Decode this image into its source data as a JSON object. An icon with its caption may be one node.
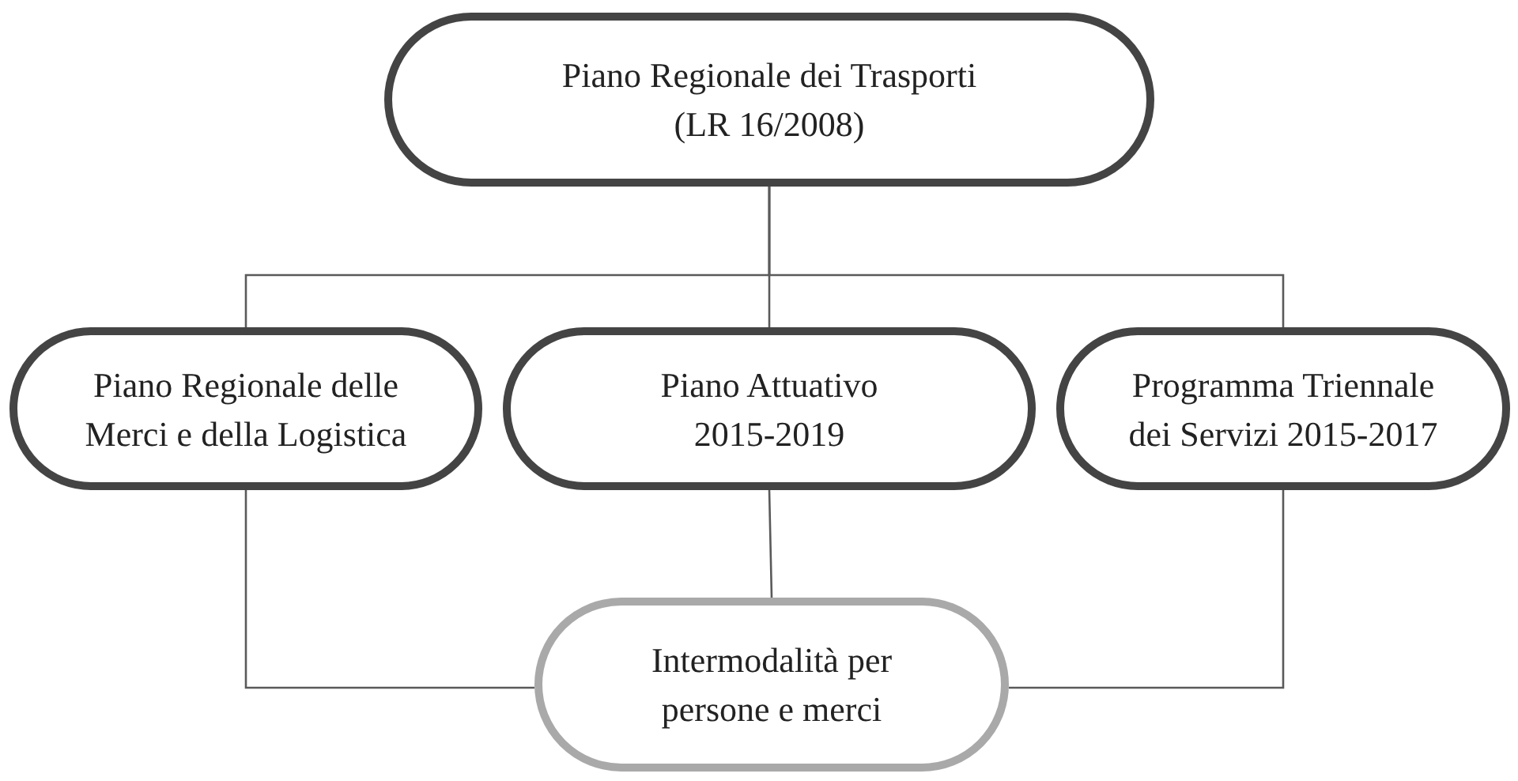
{
  "diagram": {
    "nodes": [
      {
        "text": [
          "Piano Regionale dei Trasporti (LR 16/2008)"
        ]
      },
      {
        "text": [
          "Piano Regionale delle Merci e della Logistica"
        ]
      },
      {
        "text": [
          "Piano Attuativo 2015-2019"
        ]
      },
      {
        "text": [
          "Programma Triennale dei Servizi 2015-2017"
        ]
      },
      {
        "text": [
          "Intermodalità per persone e merci"
        ]
      }
    ],
    "edges": [
      {
        "from": 0,
        "to": 1,
        "arrow": "none"
      },
      {
        "from": 0,
        "to": 2,
        "arrow": "none"
      },
      {
        "from": 0,
        "to": 3,
        "arrow": "none"
      },
      {
        "from": 1,
        "to": 4,
        "arrow": "none"
      },
      {
        "from": 2,
        "to": 4,
        "arrow": "none"
      },
      {
        "from": 3,
        "to": 4,
        "arrow": "none"
      }
    ]
  }
}
